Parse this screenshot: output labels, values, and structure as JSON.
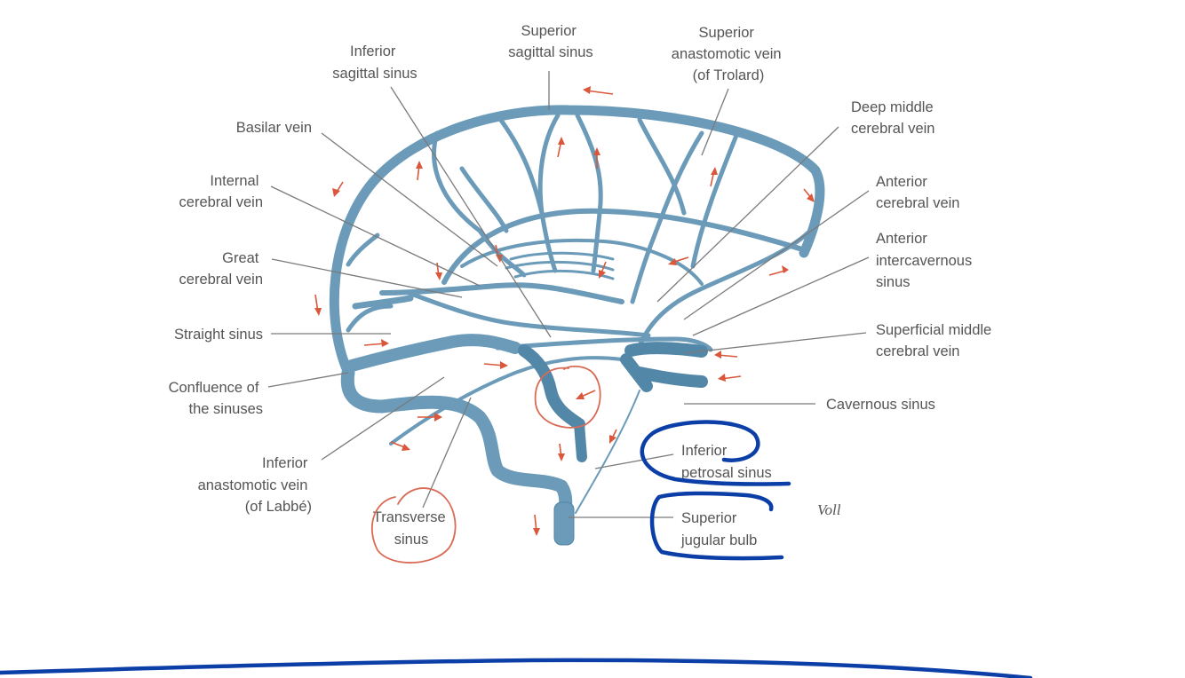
{
  "labels": {
    "inferior_sagittal_sinus": [
      "Inferior",
      "sagittal sinus"
    ],
    "superior_sagittal_sinus": [
      "Superior",
      "sagittal sinus"
    ],
    "superior_anastomotic_vein": [
      "Superior",
      "anastomotic vein",
      "(of Trolard)"
    ],
    "deep_middle_cerebral_vein": [
      "Deep middle",
      "cerebral vein"
    ],
    "basilar_vein": [
      "Basilar vein"
    ],
    "internal_cerebral_vein": [
      "Internal",
      "cerebral vein"
    ],
    "anterior_cerebral_vein": [
      "Anterior",
      "cerebral vein"
    ],
    "anterior_intercavernous_sinus": [
      "Anterior",
      "intercavernous",
      "sinus"
    ],
    "great_cerebral_vein": [
      "Great",
      "cerebral vein"
    ],
    "straight_sinus": [
      "Straight sinus"
    ],
    "superficial_middle_cerebral_vein": [
      "Superficial middle",
      "cerebral vein"
    ],
    "confluence_of_sinuses": [
      "Confluence of",
      "the sinuses"
    ],
    "cavernous_sinus": [
      "Cavernous sinus"
    ],
    "inferior_anastomotic_vein": [
      "Inferior",
      "anastomotic vein",
      "(of Labbé)"
    ],
    "inferior_petrosal_sinus": [
      "Inferior",
      "petrosal sinus"
    ],
    "transverse_sinus": [
      "Transverse",
      "sinus"
    ],
    "superior_jugular_bulb": [
      "Superior",
      "jugular bulb"
    ]
  },
  "credit": "Voll",
  "colors": {
    "vein": "#6b9bb8",
    "vein_dark": "#5287a8",
    "flow_arrow": "#d9573b",
    "annotation_red": "#d96a55",
    "annotation_blue": "#0b3ea6"
  }
}
